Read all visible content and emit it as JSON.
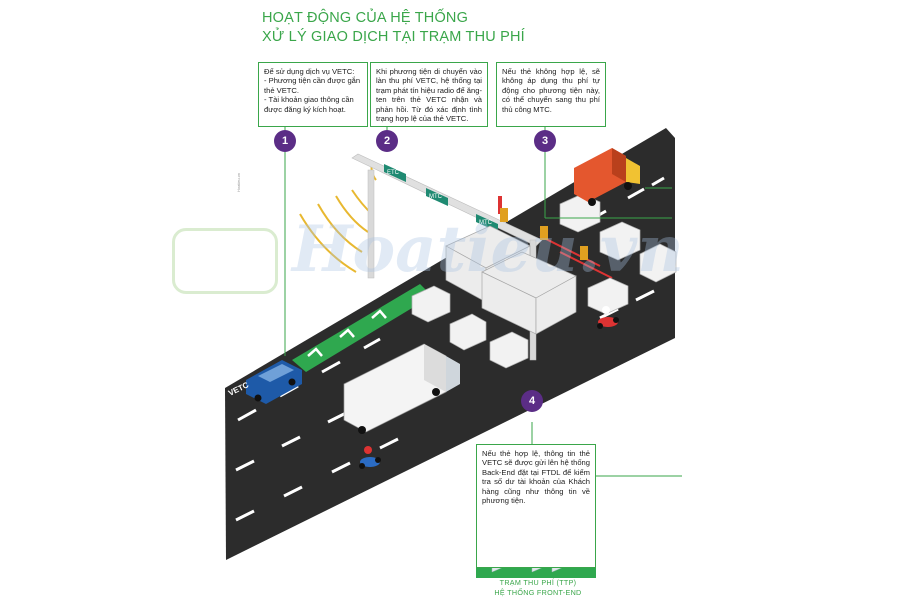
{
  "title": {
    "line1": "HOẠT ĐỘNG CỦA HỆ THỐNG",
    "line2": "XỬ LÝ GIAO DỊCH TẠI TRẠM THU PHÍ"
  },
  "steps": [
    {
      "number": "1",
      "lines": [
        "Để sử dụng dịch vụ VETC:",
        "- Phương tiện cần được gắn thẻ VETC.",
        "- Tài khoản giao thông cần được đăng ký kích hoạt."
      ]
    },
    {
      "number": "2",
      "lines": [
        "Khi phương tiện di chuyển vào làn thu phí VETC, hệ thống tại trạm phát tín hiệu radio để ăng-ten trên thẻ VETC nhận và phản hồi. Từ đó xác định tình trạng hợp lệ của thẻ VETC."
      ]
    },
    {
      "number": "3",
      "lines": [
        "Nếu thẻ không hợp lệ, sẽ không áp dụng thu phí tự động cho phương tiện này, có thể chuyển sang thu phí thủ công MTC."
      ]
    },
    {
      "number": "4",
      "lines": [
        "Nếu thẻ hợp lệ, thông tin thẻ VETC sẽ được gửi lên hệ thống Back-End đặt tại FTDL để kiểm tra số dư tài khoản của Khách hàng cũng như thông tin về phương tiện."
      ]
    }
  ],
  "signs": {
    "gantry_etc": "ETC",
    "gantry_mtc": "MTC",
    "gantry_mtc2": "MTC"
  },
  "car_plate": "VETC",
  "footer": {
    "line1": "TRẠM THU PHÍ (TTP)",
    "line2": "HỆ THỐNG FRONT-END"
  },
  "watermark": "Hoatieu.vn",
  "vertical_note": "Hoatieu.vn",
  "colors": {
    "accent_green": "#3aa64a",
    "lane_green": "#2fa84f",
    "marker_purple": "#5b2d86",
    "road": "#2c2c2c",
    "lorry_orange": "#e4572e",
    "car_blue": "#1e5aa8"
  }
}
